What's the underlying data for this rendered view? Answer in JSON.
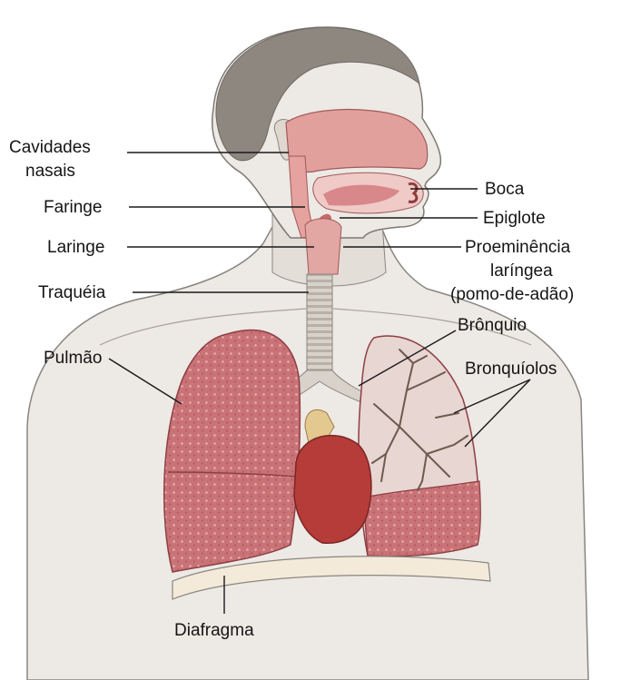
{
  "labels": {
    "cavidades_line1": "Cavidades",
    "cavidades_line2": "nasais",
    "faringe": "Faringe",
    "laringe": "Laringe",
    "traqueia": "Traquéia",
    "pulmao": "Pulmão",
    "diafragma": "Diafragma",
    "boca": "Boca",
    "epiglote": "Epiglote",
    "proeminencia_line1": "Proeminência",
    "proeminencia_line2": "laríngea",
    "proeminencia_line3": "(pomo-de-adão)",
    "bronquio": "Brônquio",
    "bronquiolos": "Bronquíolos"
  },
  "colors": {
    "skin": "#ede9e5",
    "hair": "#8d8780",
    "lung": "#c86f73",
    "airway": "#e6a3a0",
    "heart": "#b63c39",
    "line": "#1a1a1a"
  }
}
